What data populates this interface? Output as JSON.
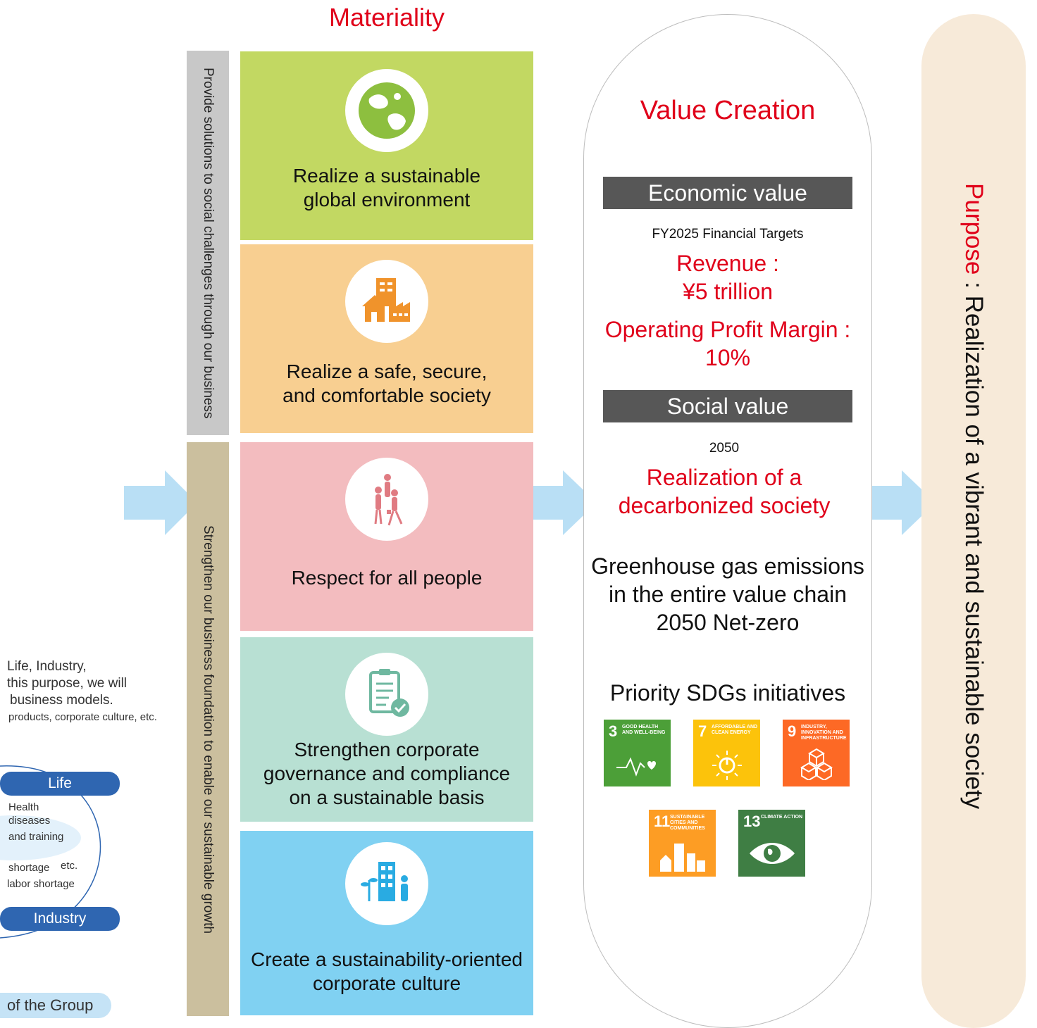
{
  "left_panel": {
    "lines": [
      "Life, Industry,",
      "this purpose, we will",
      "business models."
    ],
    "small_line": "products, corporate culture, etc.",
    "pill_life": "Life",
    "pill_industry": "Industry",
    "life_items": [
      "Health",
      "diseases",
      "and training",
      "shortage",
      "etc.",
      "labor shortage"
    ],
    "group_label": "of the Group"
  },
  "materiality": {
    "title": "Materiality",
    "category_top": "Provide solutions to social challenges through our business",
    "category_bottom": "Strengthen our business foundation to enable our sustainable growth",
    "items": [
      {
        "label_line1": "Realize a sustainable",
        "label_line2": "global environment",
        "icon": "globe-icon",
        "color": "#c2d862"
      },
      {
        "label_line1": "Realize a safe, secure,",
        "label_line2": "and comfortable society",
        "icon": "house-factory-icon",
        "color": "#f8cf91"
      },
      {
        "label_line1": "Respect for all people",
        "label_line2": "",
        "icon": "people-icon",
        "color": "#f3bcbf"
      },
      {
        "label_line1": "Strengthen corporate",
        "label_line2": "governance and compliance",
        "label_line3": "on a sustainable basis",
        "icon": "checklist-icon",
        "color": "#b8e0d3"
      },
      {
        "label_line1": "Create a sustainability-oriented",
        "label_line2": "corporate culture",
        "icon": "building-plant-icon",
        "color": "#80d1f2"
      }
    ]
  },
  "value_creation": {
    "title": "Value Creation",
    "economic_header": "Economic value",
    "fy_targets": "FY2025 Financial Targets",
    "revenue_line1": "Revenue :",
    "revenue_line2": "¥5 trillion",
    "margin_line1": "Operating Profit Margin :",
    "margin_line2": "10%",
    "social_header": "Social value",
    "year": "2050",
    "decarb_line1": "Realization of a",
    "decarb_line2": "decarbonized society",
    "ghg_line1": "Greenhouse gas emissions",
    "ghg_line2": "in the entire value chain",
    "ghg_line3": "2050 Net-zero",
    "sdg_title": "Priority SDGs initiatives",
    "sdgs": [
      {
        "num": "3",
        "label": "GOOD HEALTH AND WELL-BEING",
        "color": "#4c9f38"
      },
      {
        "num": "7",
        "label": "AFFORDABLE AND CLEAN ENERGY",
        "color": "#fcc30b"
      },
      {
        "num": "9",
        "label": "INDUSTRY, INNOVATION AND INFRASTRUCTURE",
        "color": "#fd6925"
      },
      {
        "num": "11",
        "label": "SUSTAINABLE CITIES AND COMMUNITIES",
        "color": "#fd9d24"
      },
      {
        "num": "13",
        "label": "CLIMATE ACTION",
        "color": "#3f7e44"
      }
    ]
  },
  "purpose": {
    "label": "Purpose",
    "separator": " : ",
    "text": "Realization of a vibrant and sustainable society"
  }
}
